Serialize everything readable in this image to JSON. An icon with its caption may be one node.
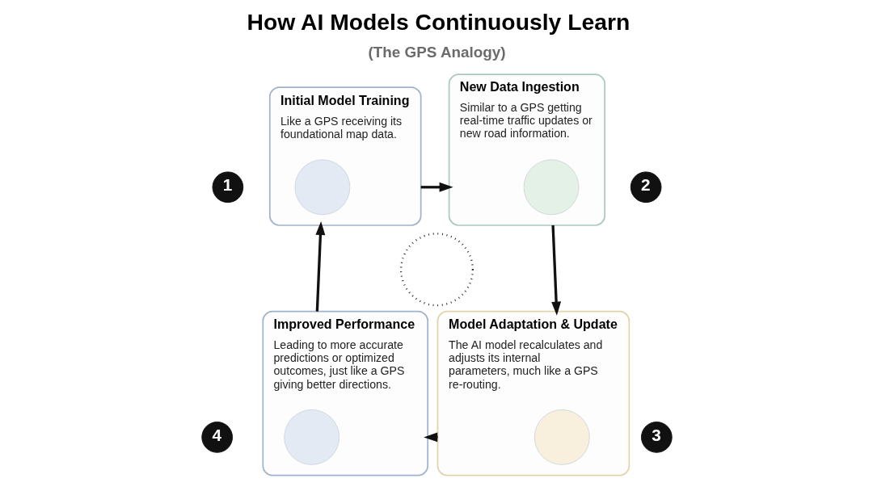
{
  "diagram": {
    "title": "How AI Models Continuously Learn",
    "nodes": [
      {
        "text": [
          "1"
        ]
      },
      {
        "text": [
          "Initial Model Training",
          "Like a GPS receiving its foundational map data."
        ]
      },
      {
        "text": [],
        "shape": "circle",
        "in": 1
      },
      {
        "text": [
          "New Data Ingestion",
          "Similar to a GPS getting real-time traffic updates or new road information."
        ]
      },
      {
        "text": [],
        "shape": "circle",
        "in": 3
      },
      {
        "text": [
          "2"
        ]
      },
      {
        "text": [],
        "shape": "circle"
      },
      {
        "text": [
          "4"
        ]
      },
      {
        "text": [
          "Improved Performance",
          "Leading to more accurate predictions or optimized outcomes, just like a GPS giving better directions."
        ]
      },
      {
        "text": [],
        "shape": "circle",
        "in": 8
      },
      {
        "text": [
          "Model Adaptation & Update",
          "The AI model recalculates and adjusts its internal parameters, much like a GPS re-routing."
        ]
      },
      {
        "text": [],
        "shape": "circle",
        "in": 10
      },
      {
        "text": [
          "3"
        ]
      }
    ],
    "edges": [
      {
        "from": 1,
        "to": 3,
        "arrow": "to"
      },
      {
        "from": 3,
        "to": 10,
        "arrow": "to"
      },
      {
        "from": 10,
        "to": 8,
        "arrow": "to"
      },
      {
        "from": 8,
        "to": 1,
        "arrow": "to"
      }
    ],
    "labels": [
      "(The GPS Analogy)"
    ]
  }
}
